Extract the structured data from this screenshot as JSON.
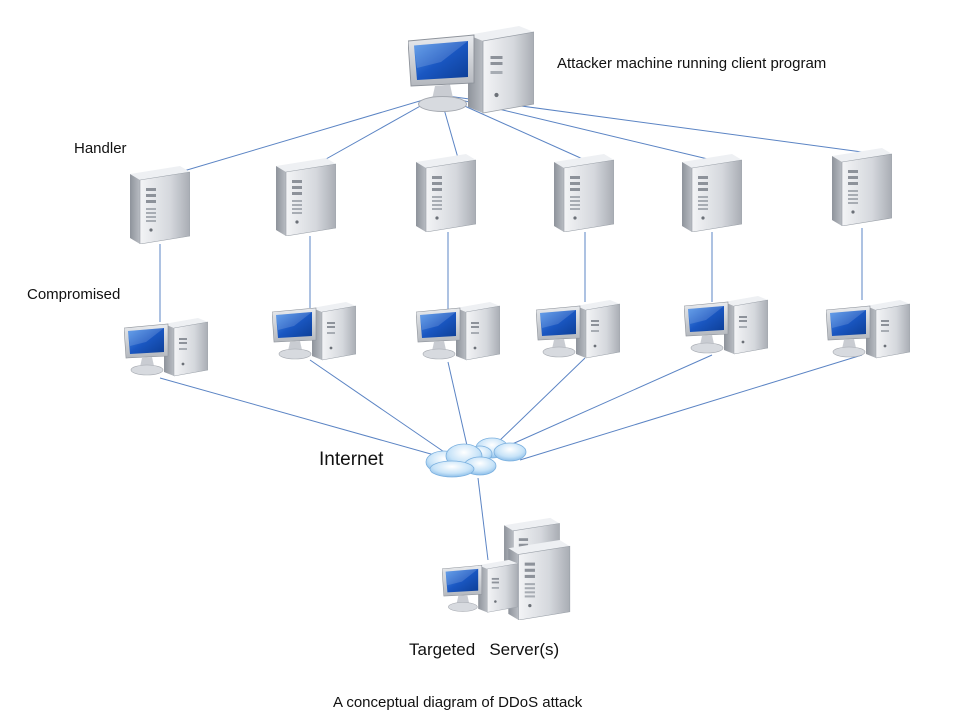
{
  "labels": {
    "attacker": "Attacker machine running client program",
    "handler": "Handler",
    "compromised": "Compromised",
    "internet": "Internet",
    "target": "Targeted   Server(s)",
    "caption": "A conceptual diagram of DDoS attack"
  },
  "colors": {
    "link": "#5b84c4",
    "screen": "#1f5fc0",
    "case": "#c9ccd2",
    "cloud": "#a9d1f2"
  },
  "icons": {
    "attacker": "desktop-computer-icon",
    "handler": "tower-server-icon",
    "compromised": "desktop-computer-icon",
    "internet": "cloud-icon",
    "target": "server-workstation-icon"
  }
}
